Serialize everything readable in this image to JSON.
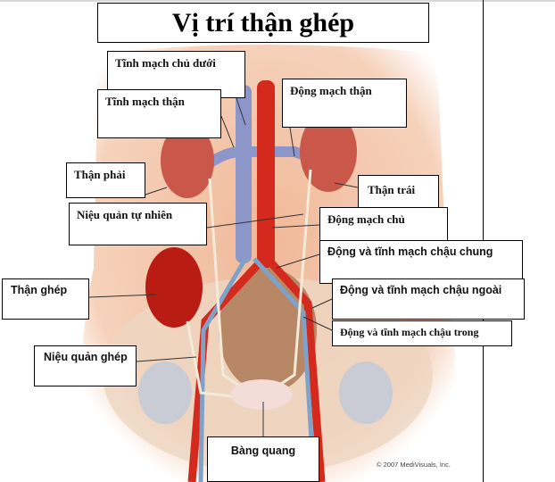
{
  "title": "Vị trí thận ghép",
  "labels": {
    "ivc": "Tĩnh mạch chủ dưới",
    "renal_vein": "Tĩnh mạch thận",
    "renal_artery": "Động mạch thận",
    "right_kidney": "Thận phải",
    "left_kidney": "Thận trái",
    "native_ureter": "Niệu quản tự nhiên",
    "aorta": "Động mạch chủ",
    "common_iliac": "Động và tĩnh mạch chậu chung",
    "external_iliac": "Động và tĩnh mạch chậu ngoài",
    "internal_iliac": "Động và tĩnh mạch chậu trong",
    "transplant_kidney": "Thận ghép",
    "transplant_ureter": "Niệu quản ghép",
    "bladder": "Bàng quang"
  },
  "copyright": "© 2007 MediVisuals, Inc.",
  "colors": {
    "skin": "#f3c3a2",
    "artery": "#d42a1e",
    "vein": "#8d96c8",
    "kidney": "#c9584a",
    "bone": "#ecd9c8"
  }
}
